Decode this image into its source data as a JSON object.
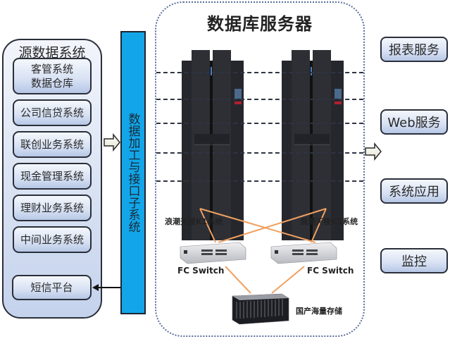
{
  "source_systems": {
    "title": "源数据系统",
    "items": [
      {
        "label": "客管系统\n数据仓库"
      },
      {
        "label": "公司信贷系统"
      },
      {
        "label": "联创业务系统"
      },
      {
        "label": "现金管理系统"
      },
      {
        "label": "理财业务系统"
      },
      {
        "label": "中间业务系统"
      }
    ]
  },
  "sms_platform": {
    "label": "短信平台"
  },
  "interface_subsystem": {
    "label": "数据加工与接口子系统",
    "color": "#12a6e8"
  },
  "db_servers": {
    "title": "数据库服务器",
    "node_labels": [
      "浪潮天梭K1系统",
      "浪潮天梭K1系统"
    ],
    "switch_labels": [
      "FC Switch",
      "FC Switch"
    ],
    "storage_label": "国产海量存储",
    "link_color": "#f0a060"
  },
  "services": [
    {
      "label": "报表服务"
    },
    {
      "label": "Web服务"
    },
    {
      "label": "系统应用"
    },
    {
      "label": "监控"
    }
  ]
}
